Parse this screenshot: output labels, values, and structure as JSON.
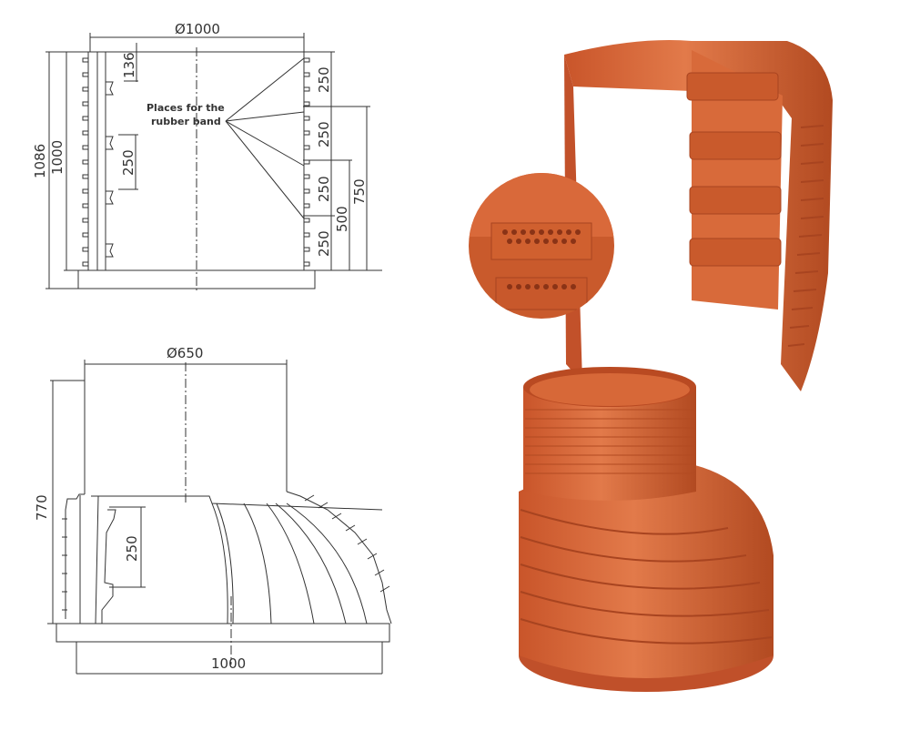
{
  "drawing_top": {
    "diameter_label": "Ø1000",
    "height_total": "1086",
    "height_body": "1000",
    "top_offset": "136",
    "step_spacing": "250",
    "segments": [
      "250",
      "250",
      "250",
      "250"
    ],
    "cumulative": [
      "500",
      "750"
    ],
    "annotation_line1": "Places for the",
    "annotation_line2": "rubber band"
  },
  "drawing_bottom": {
    "diameter_top_label": "Ø650",
    "height_label": "770",
    "step_spacing": "250",
    "diameter_bottom_label": "1000"
  },
  "renders": {
    "top_item": "ring-section-with-steps",
    "detail_item": "step-detail-circle",
    "bottom_item": "cone-reducer"
  },
  "colors": {
    "line": "#333333",
    "product_orange": "#d4612f",
    "product_orange_dark": "#a8441d",
    "product_orange_light": "#e57a48"
  }
}
